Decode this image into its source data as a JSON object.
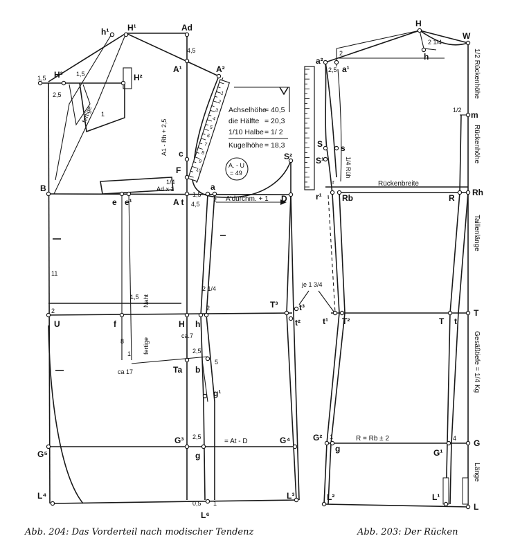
{
  "front": {
    "caption": "Abb. 204: Das Vorderteil nach modischer Tendenz",
    "points": {
      "h1": "h¹",
      "H1": "H¹",
      "Ad": "Ad",
      "A1": "A¹",
      "A2": "A²",
      "H3": "H³",
      "H2": "H²",
      "B": "B",
      "e": "e",
      "e1": "e¹",
      "At": "A t",
      "a": "a",
      "D": "D",
      "S2": "S²",
      "c": "c",
      "F": "F",
      "T3": "T³",
      "t3": "t³",
      "t2": "t²",
      "U": "U",
      "f": "f",
      "H": "H",
      "h": "h",
      "Ta": "Ta",
      "b": "b",
      "g1": "g¹",
      "G3": "G³",
      "g": "g",
      "G4": "G⁴",
      "G5": "G⁵",
      "L4": "L⁴",
      "L3": "L³",
      "L6": "L⁶"
    },
    "labels": {
      "v45_top": "4,5",
      "v15_left": "1,5",
      "v15_b": "1,5",
      "v25_h3": "2,5",
      "v1": "1",
      "fertige_top": "fertige",
      "a1_rh": "A1 - Rh + 2,5",
      "ad_x1": "Ad x 1",
      "quarter": "1/4",
      "v45_at": "4,5",
      "v2_at": "2",
      "v15_at": "1,5",
      "adurchm": "A'durchm. + 1",
      "v11": "11",
      "v2_left": "2",
      "v15_naht": "1,5",
      "naht": "Naht",
      "fertige_mid": "fertige",
      "v8": "8",
      "v1_low": "1",
      "ca17": "ca 17",
      "ca7": "ca.7",
      "v2_h": "2",
      "v214": "2 1/4",
      "v25_ta": "2,5",
      "v5": "5",
      "v25_g3": "2,5",
      "at_d": "= At - D",
      "v05": "0,5",
      "v1_l6": "1",
      "je134": "je 1 3/4"
    }
  },
  "box": {
    "rows": [
      {
        "k": "Achselhöhe",
        "v": "= 40,5"
      },
      {
        "k": "die Hälfte",
        "v": "= 20,3"
      },
      {
        "k": "1/10 Halbe",
        "v": "= 1/ 2"
      },
      {
        "k": "Kugelhöhe",
        "v": "= 18,3"
      }
    ],
    "circle_l1": "A. - U",
    "circle_l2": "= 49",
    "ruler_nums": [
      "1",
      "2",
      "3",
      "4",
      "5",
      "6",
      "7",
      "8",
      "9",
      "10"
    ]
  },
  "back": {
    "caption": "Abb. 203: Der Rücken",
    "points": {
      "H": "H",
      "W": "W",
      "a2": "a²",
      "a1": "a¹",
      "h": "h",
      "m": "m",
      "S": "S",
      "s": "s",
      "S1": "S¹",
      "r1": "r¹",
      "r": "r",
      "Rb": "Rb",
      "R": "R",
      "Rh": "Rh",
      "t1": "t¹",
      "T2": "T²",
      "T": "T",
      "t": "t",
      "T_right": "T",
      "G2": "G²",
      "g": "g",
      "G1": "G¹",
      "G": "G",
      "L2": "L²",
      "L1": "L¹",
      "L": "L"
    },
    "labels": {
      "v2": "2",
      "v25": "2,5",
      "v214": "2 1/4",
      "half": "1/2",
      "ruckenbreite": "Rückenbreite",
      "rhohe_quarter": "1/4 Rüh",
      "one": "1",
      "r_rb": "R = Rb ± 2",
      "four": "4",
      "side_half_ruck": "1/2 Rückenhöhe",
      "side_ruckenhohe": "Rückenhöhe",
      "side_taillen": "Taillenlänge",
      "side_gesass": "Gesäßtiefe = 1/4 Kg",
      "side_lange": "Länge"
    }
  }
}
